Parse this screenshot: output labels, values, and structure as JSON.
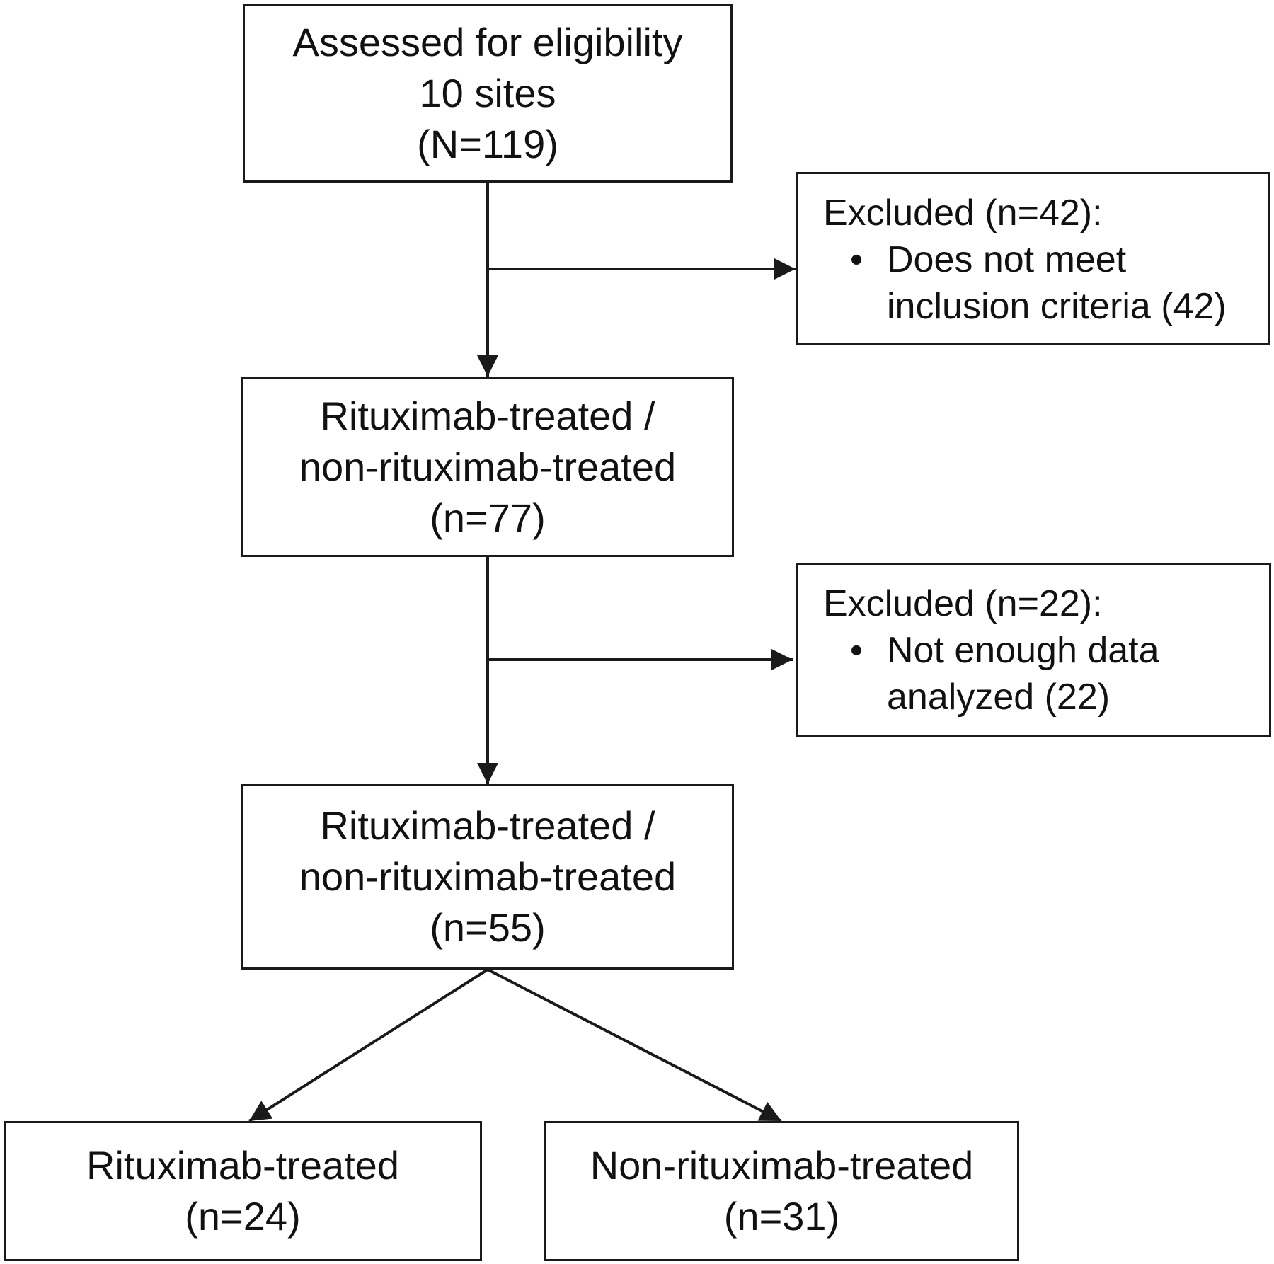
{
  "boxes": {
    "assessed": {
      "lines": [
        "Assessed for eligibility",
        "10 sites",
        "(N=119)"
      ]
    },
    "excluded_1": {
      "title": "Excluded (n=42):",
      "bullet": "•",
      "lines": [
        "Does not meet",
        "inclusion criteria (42)"
      ]
    },
    "stage_2": {
      "lines": [
        "Rituximab-treated /",
        "non-rituximab-treated",
        "(n=77)"
      ]
    },
    "excluded_2": {
      "title": "Excluded (n=22):",
      "bullet": "•",
      "lines": [
        "Not enough data",
        "analyzed (22)"
      ]
    },
    "stage_3": {
      "lines": [
        "Rituximab-treated /",
        "non-rituximab-treated",
        "(n=55)"
      ]
    },
    "rituximab": {
      "lines": [
        "Rituximab-treated",
        "(n=24)"
      ]
    },
    "non_rituximab": {
      "lines": [
        "Non-rituximab-treated",
        "(n=31)"
      ]
    }
  },
  "colors": {
    "stroke": "#1a1a1a",
    "text": "#111111",
    "background": "#ffffff"
  }
}
